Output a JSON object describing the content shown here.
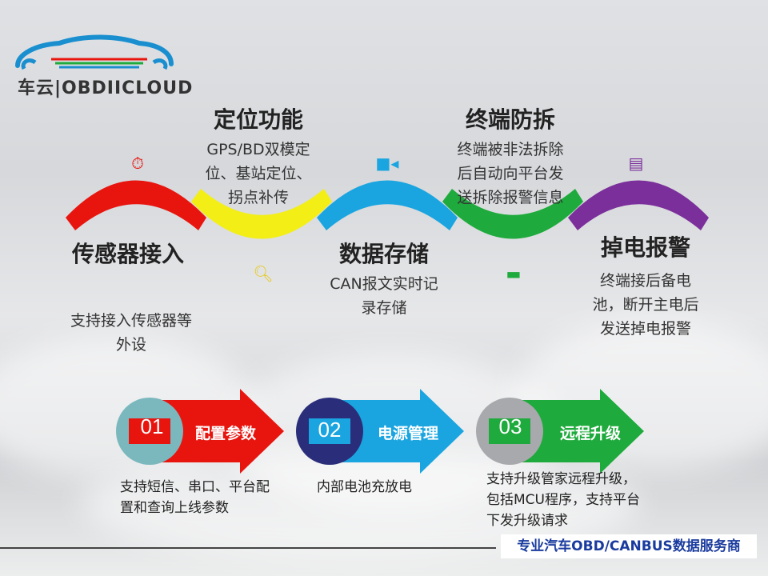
{
  "logo": {
    "brand_text": "车云|OBDIICLOUD"
  },
  "features": [
    {
      "title": "传感器接入",
      "desc": "支持接入传感器等外设",
      "icon": "timer-icon",
      "color": "#e8150f"
    },
    {
      "title": "定位功能",
      "desc": "GPS/BD双模定位、基站定位、拐点补传",
      "icon": "search-icon",
      "color": "#f2ee16"
    },
    {
      "title": "数据存储",
      "desc": "CAN报文实时记录存储",
      "icon": "video-camera-icon",
      "color": "#1aa5e0"
    },
    {
      "title": "终端防拆",
      "desc": "终端被非法拆除后自动向平台发送拆除报警信息",
      "icon": "folder-icon",
      "color": "#1eaa3c"
    },
    {
      "title": "掉电报警",
      "desc": "终端接后备电池，断开主电后发送掉电报警",
      "icon": "book-icon",
      "color": "#7b2f9b"
    }
  ],
  "steps": [
    {
      "num": "01",
      "label": "配置参数",
      "desc": "支持短信、串口、平台配置和查询上线参数",
      "color": "#e8150f",
      "circle": "#7ab8bd"
    },
    {
      "num": "02",
      "label": "电源管理",
      "desc": "内部电池充放电",
      "color": "#1aa5e0",
      "circle": "#2a2e7a"
    },
    {
      "num": "03",
      "label": "远程升级",
      "desc": "支持升级管家远程升级，包括MCU程序，支持平台下发升级请求",
      "color": "#1eaa3c",
      "circle": "#a7a9ac"
    }
  ],
  "footer": {
    "text": "专业汽车OBD/CANBUS数据服务商"
  }
}
